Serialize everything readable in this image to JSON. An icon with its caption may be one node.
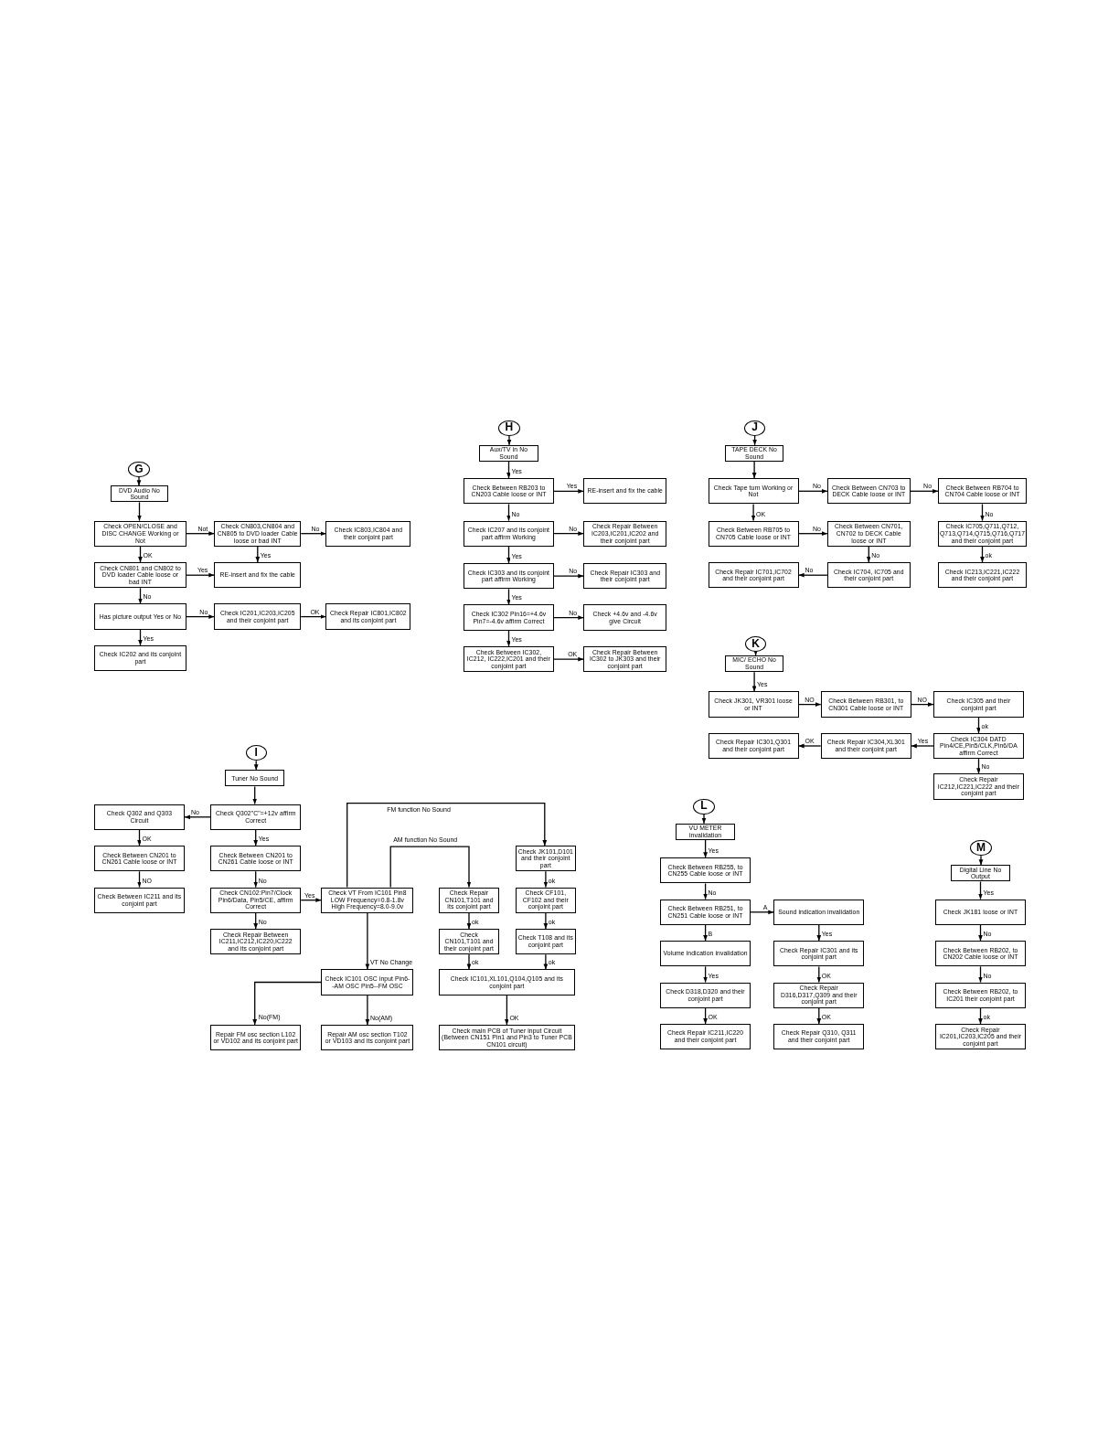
{
  "diagram": {
    "nodes": [
      {
        "text": [
          "G"
        ]
      },
      {
        "text": [
          "DVD Audio No Sound"
        ]
      },
      {
        "text": [
          "Check OPEN/CLOSE and DISC CHANGE Working or Not"
        ]
      },
      {
        "text": [
          "Check CN803,CN804 and CN805 to DVD loader Cable loose or bad INT"
        ]
      },
      {
        "text": [
          "Check IC803,IC804 and their conjoint part"
        ]
      },
      {
        "text": [
          "Check CN801 and CN802 to DVD loader Cable loose or bad INT"
        ]
      },
      {
        "text": [
          "RE-insert and fix the cable"
        ]
      },
      {
        "text": [
          "Has picture output Yes or No"
        ]
      },
      {
        "text": [
          "Check IC201,IC203,IC205 and their conjoint part"
        ]
      },
      {
        "text": [
          "Check Repair IC801,IC802 and its conjoint part"
        ]
      },
      {
        "text": [
          "Check IC202 and its conjoint part"
        ]
      },
      {
        "text": [
          "H"
        ]
      },
      {
        "text": [
          "Aux/TV in No Sound"
        ]
      },
      {
        "text": [
          "Check Between RB203 to CN203 Cable loose or INT"
        ]
      },
      {
        "text": [
          "RE-insert and fix the cable"
        ]
      },
      {
        "text": [
          "Check IC207 and its conjoint part affirm Working"
        ]
      },
      {
        "text": [
          "Check Repair Between IC203,IC201,IC202 and their conjoint part"
        ]
      },
      {
        "text": [
          "Check IC303 and its conjoint part affirm Working"
        ]
      },
      {
        "text": [
          "Check Repair IC303 and their conjoint part"
        ]
      },
      {
        "text": [
          "Check IC302 Pin16=+4.6v Pin7=-4.6v affirm Correct"
        ]
      },
      {
        "text": [
          "Check +4.6v and -4.6v give Circuit"
        ]
      },
      {
        "text": [
          "Check Between IC302, IC212, IC222,IC201 and their conjoint part"
        ]
      },
      {
        "text": [
          "Check Repair Between IC302 to JK303 and their conjoint part"
        ]
      },
      {
        "text": [
          "J"
        ]
      },
      {
        "text": [
          "TAPE DECK No Sound"
        ]
      },
      {
        "text": [
          "Check Tape turn Working or Not"
        ]
      },
      {
        "text": [
          "Check Between CN703 to DECK Cable loose or INT"
        ]
      },
      {
        "text": [
          "Check Between RB704 to CN704 Cable loose or INT"
        ]
      },
      {
        "text": [
          "Check Between RB705 to CN705 Cable loose or INT"
        ]
      },
      {
        "text": [
          "Check Between CN701, CN702 to DECK Cable loose or INT"
        ]
      },
      {
        "text": [
          "Check IC705,Q711,Q712, Q713,Q714,Q715,Q716,Q717 and their conjoint part"
        ]
      },
      {
        "text": [
          "Check Repair IC701,IC702 and their conjoint part"
        ]
      },
      {
        "text": [
          "Check IC704, IC705 and their conjoint part"
        ]
      },
      {
        "text": [
          "Check IC213,IC221,IC222 and their conjoint part"
        ]
      },
      {
        "text": [
          "K"
        ]
      },
      {
        "text": [
          "MIC/ ECHO No Sound"
        ]
      },
      {
        "text": [
          "Check JK301, VR301 loose or INT"
        ]
      },
      {
        "text": [
          "Check Between RB301, to CN301 Cable loose or INT"
        ]
      },
      {
        "text": [
          "Check IC305 and their conjoint part"
        ]
      },
      {
        "text": [
          "Check Repair IC301,Q301 and their conjoint part"
        ]
      },
      {
        "text": [
          "Check Repair IC304,XL301 and their conjoint part"
        ]
      },
      {
        "text": [
          "Check IC304 DATD Pin4/CE,Pin5/CLK,Pin6/DA affirm Correct"
        ]
      },
      {
        "text": [
          "Check Repair IC212,IC221,IC222 and their conjoint part"
        ]
      },
      {
        "text": [
          "I"
        ]
      },
      {
        "text": [
          "Tuner No Sound"
        ]
      },
      {
        "text": [
          "Check Q302\"C\"=+12v affirm Correct"
        ]
      },
      {
        "text": [
          "Check Q302 and Q303 Circuit"
        ]
      },
      {
        "text": [
          "Check Between CN201 to CN261 Cable loose or INT"
        ]
      },
      {
        "text": [
          "Check Between IC211 and its conjoint part"
        ]
      },
      {
        "text": [
          "Check Between CN201 to CN261 Cable loose or INT"
        ]
      },
      {
        "text": [
          "Check CN102:Pin7/Clock Pin6/Data, Pin5/CE, affirm Correct"
        ]
      },
      {
        "text": [
          "Check Repair Between IC211,IC212,IC220,IC222 and its conjoint part"
        ]
      },
      {
        "text": [
          "Check VT From IC101 Pin8 LOW Frequency=0.8-1.8v High Frequency=8.0-9.0v"
        ]
      },
      {
        "text": [
          "Check Repair CN101,T101 and its conjoint part"
        ]
      },
      {
        "text": [
          "Check JK101,D101 and their conjoint part"
        ]
      },
      {
        "text": [
          "Check CF101, CF102 and their conjoint part"
        ]
      },
      {
        "text": [
          "Check CN101,T101 and their conjoint part"
        ]
      },
      {
        "text": [
          "Check T108 and its conjoint part"
        ]
      },
      {
        "text": [
          "Check IC101,XL101,Q104,Q105 and its conjoint part"
        ]
      },
      {
        "text": [
          "Check IC101 OSC input Pin6--AM OSC Pin5--FM OSC"
        ]
      },
      {
        "text": [
          "Repair FM osc section L102 or VD102 and its conjoint part"
        ]
      },
      {
        "text": [
          "Repair AM osc section T102 or VD103 and its conjoint part"
        ]
      },
      {
        "text": [
          "Check main PCB of Tuner input Circuit (Between CN151 Pin1 and Pin3 to Tuner PCB CN101 circuit)"
        ]
      },
      {
        "text": [
          "L"
        ]
      },
      {
        "text": [
          "VU METER invalidation"
        ]
      },
      {
        "text": [
          "Check Between RB255, to CN255 Cable loose or INT"
        ]
      },
      {
        "text": [
          "Check Between RB251, to CN251 Cable loose or INT"
        ]
      },
      {
        "text": [
          "Sound indication invalidation"
        ]
      },
      {
        "text": [
          "Volume indication invalidation"
        ]
      },
      {
        "text": [
          "Check Repair IC301 and its conjoint part"
        ]
      },
      {
        "text": [
          "Check D318,D320 and their conjoint part"
        ]
      },
      {
        "text": [
          "Check Repair D316,D317,Q309 and their conjoint part"
        ]
      },
      {
        "text": [
          "Check Repair IC211,IC220 and their conjoint part"
        ]
      },
      {
        "text": [
          "Check Repair Q310, Q311 and their conjoint part"
        ]
      },
      {
        "text": [
          "M"
        ]
      },
      {
        "text": [
          "Digital Line No Output"
        ]
      },
      {
        "text": [
          "Check JK181 loose or INT"
        ]
      },
      {
        "text": [
          "Check Between RB202, to CN202 Cable loose or INT"
        ]
      },
      {
        "text": [
          "Check Between RB202, to IC201 their conjoint part"
        ]
      },
      {
        "text": [
          "Check Repair IC201,IC203,IC205 and their conjoint part"
        ]
      }
    ],
    "edges": [
      {
        "from": 0,
        "to": 1,
        "arrow": "to"
      },
      {
        "from": 1,
        "to": 2,
        "arrow": "to"
      },
      {
        "from": 2,
        "to": 3,
        "arrow": "to",
        "label": "Not"
      },
      {
        "from": 3,
        "to": 4,
        "arrow": "to",
        "label": "No"
      },
      {
        "from": 3,
        "to": 6,
        "arrow": "to",
        "label": "Yes"
      },
      {
        "from": 2,
        "to": 5,
        "arrow": "to",
        "label": "OK"
      },
      {
        "from": 5,
        "to": 6,
        "arrow": "to",
        "label": "Yes"
      },
      {
        "from": 5,
        "to": 7,
        "arrow": "to",
        "label": "No"
      },
      {
        "from": 7,
        "to": 8,
        "arrow": "to",
        "label": "No"
      },
      {
        "from": 8,
        "to": 9,
        "arrow": "to",
        "label": "OK"
      },
      {
        "from": 7,
        "to": 10,
        "arrow": "to",
        "label": "Yes"
      },
      {
        "from": 11,
        "to": 12,
        "arrow": "to"
      },
      {
        "from": 12,
        "to": 13,
        "arrow": "to",
        "label": "Yes"
      },
      {
        "from": 13,
        "to": 14,
        "arrow": "to",
        "label": "Yes"
      },
      {
        "from": 13,
        "to": 15,
        "arrow": "to",
        "label": "No"
      },
      {
        "from": 15,
        "to": 16,
        "arrow": "to",
        "label": "No"
      },
      {
        "from": 15,
        "to": 17,
        "arrow": "to",
        "label": "Yes"
      },
      {
        "from": 17,
        "to": 18,
        "arrow": "to",
        "label": "No"
      },
      {
        "from": 17,
        "to": 19,
        "arrow": "to",
        "label": "Yes"
      },
      {
        "from": 19,
        "to": 20,
        "arrow": "to",
        "label": "No"
      },
      {
        "from": 19,
        "to": 21,
        "arrow": "to",
        "label": "Yes"
      },
      {
        "from": 21,
        "to": 22,
        "arrow": "to",
        "label": "OK"
      },
      {
        "from": 23,
        "to": 24,
        "arrow": "to"
      },
      {
        "from": 24,
        "to": 25,
        "arrow": "to"
      },
      {
        "from": 25,
        "to": 26,
        "arrow": "to",
        "label": "No"
      },
      {
        "from": 26,
        "to": 27,
        "arrow": "to",
        "label": "No"
      },
      {
        "from": 25,
        "to": 28,
        "arrow": "to",
        "label": "OK"
      },
      {
        "from": 27,
        "to": 30,
        "arrow": "to",
        "label": "No"
      },
      {
        "from": 28,
        "to": 29,
        "arrow": "to",
        "label": "No"
      },
      {
        "from": 29,
        "to": 32,
        "arrow": "to",
        "label": "No"
      },
      {
        "from": 32,
        "to": 31,
        "arrow": "to",
        "label": "No"
      },
      {
        "from": 30,
        "to": 33,
        "arrow": "to",
        "label": "ok"
      },
      {
        "from": 34,
        "to": 35,
        "arrow": "to"
      },
      {
        "from": 35,
        "to": 36,
        "arrow": "to",
        "label": "Yes"
      },
      {
        "from": 36,
        "to": 37,
        "arrow": "to",
        "label": "NO"
      },
      {
        "from": 37,
        "to": 38,
        "arrow": "to",
        "label": "NO"
      },
      {
        "from": 38,
        "to": 41,
        "arrow": "to",
        "label": "ok"
      },
      {
        "from": 41,
        "to": 40,
        "arrow": "to",
        "label": "Yes"
      },
      {
        "from": 40,
        "to": 39,
        "arrow": "to",
        "label": "OK"
      },
      {
        "from": 41,
        "to": 42,
        "arrow": "to",
        "label": "No"
      },
      {
        "from": 43,
        "to": 44,
        "arrow": "to"
      },
      {
        "from": 44,
        "to": 45,
        "arrow": "to"
      },
      {
        "from": 45,
        "to": 46,
        "arrow": "to",
        "label": "No"
      },
      {
        "from": 46,
        "to": 47,
        "arrow": "to",
        "label": "OK"
      },
      {
        "from": 47,
        "to": 48,
        "arrow": "to",
        "label": "NO"
      },
      {
        "from": 45,
        "to": 49,
        "arrow": "to",
        "label": "Yes"
      },
      {
        "from": 49,
        "to": 50,
        "arrow": "to",
        "label": "No"
      },
      {
        "from": 50,
        "to": 51,
        "arrow": "to",
        "label": "No"
      },
      {
        "from": 50,
        "to": 52,
        "arrow": "to",
        "label": "Yes"
      },
      {
        "from": 52,
        "to": 54,
        "arrow": "to",
        "label": "FM function No Sound"
      },
      {
        "from": 52,
        "to": 53,
        "arrow": "to",
        "label": "AM function No Sound"
      },
      {
        "from": 54,
        "to": 55,
        "arrow": "to",
        "label": "ok"
      },
      {
        "from": 55,
        "to": 57,
        "arrow": "to",
        "label": "ok"
      },
      {
        "from": 53,
        "to": 56,
        "arrow": "to",
        "label": "ok"
      },
      {
        "from": 56,
        "to": 58,
        "arrow": "to",
        "label": "ok"
      },
      {
        "from": 57,
        "to": 58,
        "arrow": "to",
        "label": "ok"
      },
      {
        "from": 52,
        "to": 59,
        "arrow": "to",
        "label": "VT No Change"
      },
      {
        "from": 59,
        "to": 60,
        "arrow": "to",
        "label": "No(FM)"
      },
      {
        "from": 59,
        "to": 61,
        "arrow": "to",
        "label": "No(AM)"
      },
      {
        "from": 58,
        "to": 62,
        "arrow": "to",
        "label": "OK"
      },
      {
        "from": 63,
        "to": 64,
        "arrow": "to"
      },
      {
        "from": 64,
        "to": 65,
        "arrow": "to",
        "label": "Yes"
      },
      {
        "from": 65,
        "to": 66,
        "arrow": "to",
        "label": "No"
      },
      {
        "from": 66,
        "to": 67,
        "arrow": "to",
        "label": "A"
      },
      {
        "from": 66,
        "to": 68,
        "arrow": "to",
        "label": "B"
      },
      {
        "from": 67,
        "to": 69,
        "arrow": "to",
        "label": "Yes"
      },
      {
        "from": 68,
        "to": 70,
        "arrow": "to",
        "label": "Yes"
      },
      {
        "from": 69,
        "to": 71,
        "arrow": "to",
        "label": "OK"
      },
      {
        "from": 71,
        "to": 73,
        "arrow": "to",
        "label": "OK"
      },
      {
        "from": 70,
        "to": 72,
        "arrow": "to",
        "label": "OK"
      },
      {
        "from": 74,
        "to": 75,
        "arrow": "to"
      },
      {
        "from": 75,
        "to": 76,
        "arrow": "to",
        "label": "Yes"
      },
      {
        "from": 76,
        "to": 77,
        "arrow": "to",
        "label": "No"
      },
      {
        "from": 77,
        "to": 78,
        "arrow": "to",
        "label": "No"
      },
      {
        "from": 78,
        "to": 79,
        "arrow": "to",
        "label": "ok"
      }
    ]
  }
}
